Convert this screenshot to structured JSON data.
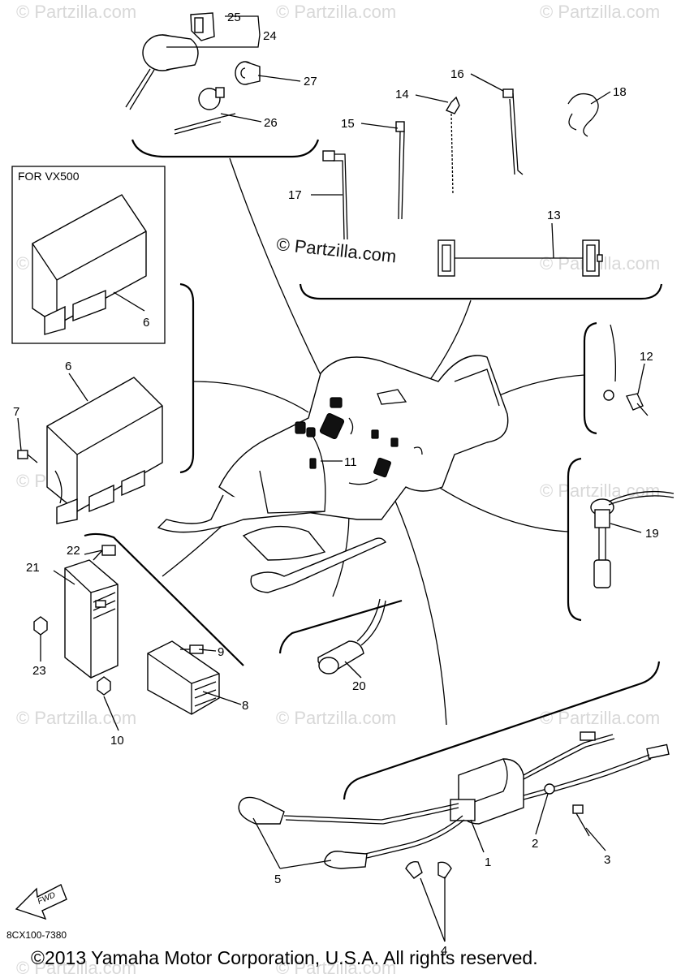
{
  "watermark": "© Partzilla.com",
  "inset": {
    "label": "FOR VX500"
  },
  "diagram_code": "8CX100-7380",
  "fwd_label": "FWD",
  "copyright": "©2013  Yamaha Motor Corporation, U.S.A. All rights reserved.",
  "callouts": [
    "1",
    "2",
    "3",
    "4",
    "5",
    "6",
    "6",
    "7",
    "8",
    "9",
    "10",
    "11",
    "12",
    "13",
    "14",
    "15",
    "16",
    "17",
    "18",
    "19",
    "20",
    "21",
    "22",
    "23",
    "24",
    "25",
    "26",
    "27"
  ]
}
